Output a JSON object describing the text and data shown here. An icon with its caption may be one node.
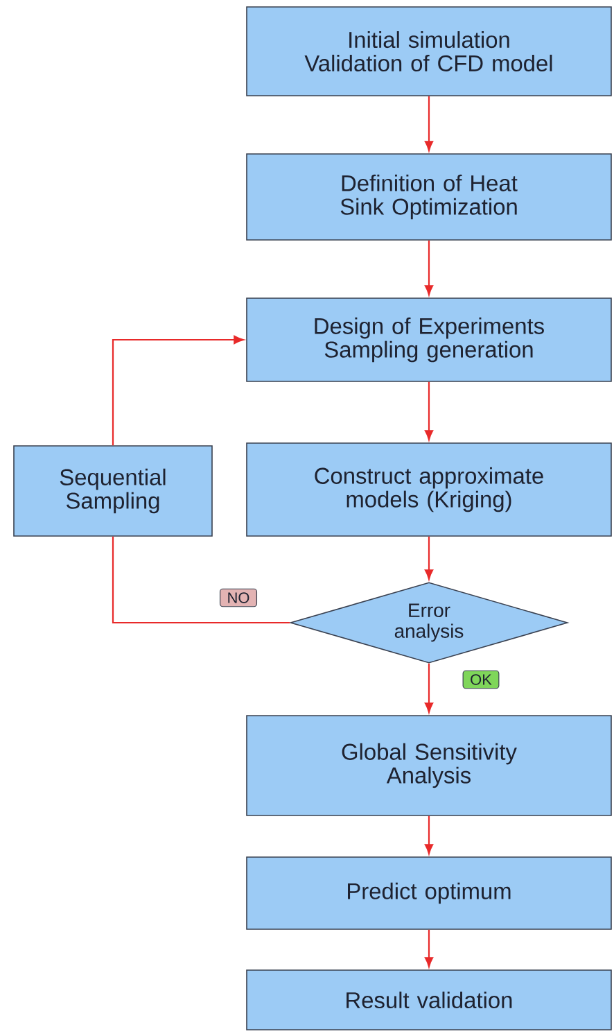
{
  "diagram": {
    "nodes": [
      {
        "text": [
          "Initial simulation Validation of CFD model"
        ]
      },
      {
        "text": [
          "Definition of Heat Sink Optimization"
        ]
      },
      {
        "text": [
          "Design of Experiments Sampling generation"
        ]
      },
      {
        "text": [
          "Construct approximate models (Kriging)"
        ]
      },
      {
        "text": [
          "Sequential Sampling"
        ]
      },
      {
        "text": [
          "Error analysis"
        ]
      },
      {
        "text": [
          "Global Sensitivity Analysis"
        ]
      },
      {
        "text": [
          "Predict optimum"
        ]
      },
      {
        "text": [
          "Result validation"
        ]
      }
    ],
    "edges": [
      {
        "from": 0,
        "to": 1,
        "arrow": "to"
      },
      {
        "from": 1,
        "to": 2,
        "arrow": "to"
      },
      {
        "from": 2,
        "to": 3,
        "arrow": "to"
      },
      {
        "from": 3,
        "to": 5,
        "arrow": "to"
      },
      {
        "from": 5,
        "to": 4,
        "arrow": "none",
        "label": "NO"
      },
      {
        "from": 4,
        "to": 2,
        "arrow": "to"
      },
      {
        "from": 5,
        "to": 6,
        "arrow": "to",
        "label": "OK"
      },
      {
        "from": 6,
        "to": 7,
        "arrow": "to"
      },
      {
        "from": 7,
        "to": 8,
        "arrow": "to"
      }
    ]
  }
}
